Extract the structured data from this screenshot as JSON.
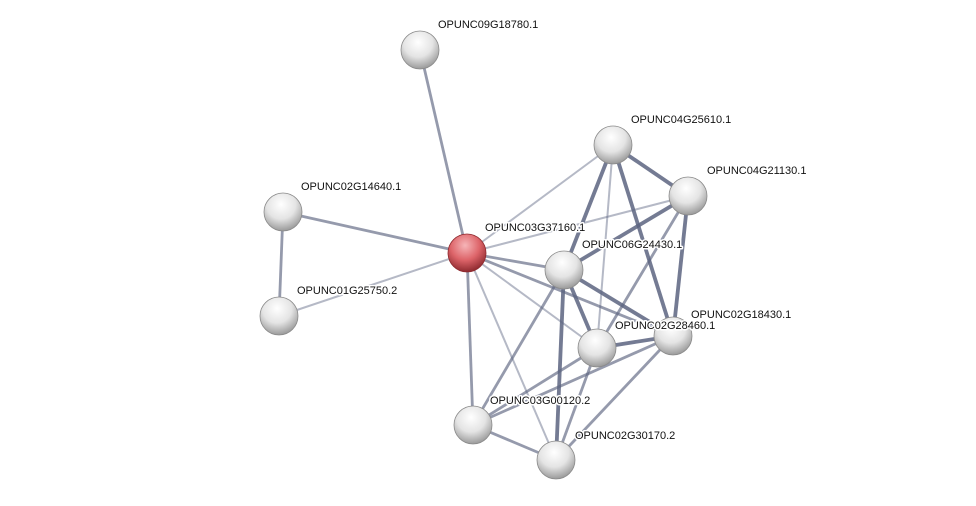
{
  "network": {
    "query_node": "OPUNC03G37160.1",
    "colors": {
      "query": "#d9545a",
      "node": "#e6e6e6",
      "edge": "#5c6480"
    },
    "nodes": [
      {
        "id": "OPUNC09G18780.1"
      },
      {
        "id": "OPUNC02G14640.1"
      },
      {
        "id": "OPUNC01G25750.2"
      },
      {
        "id": "OPUNC03G37160.1"
      },
      {
        "id": "OPUNC04G25610.1"
      },
      {
        "id": "OPUNC04G21130.1"
      },
      {
        "id": "OPUNC06G24430.1"
      },
      {
        "id": "OPUNC02G28460.1"
      },
      {
        "id": "OPUNC02G18430.1"
      },
      {
        "id": "OPUNC03G00120.2"
      },
      {
        "id": "OPUNC02G30170.2"
      }
    ],
    "edges": [
      {
        "a": "OPUNC09G18780.1",
        "b": "OPUNC03G37160.1",
        "strength": "medium"
      },
      {
        "a": "OPUNC02G14640.1",
        "b": "OPUNC03G37160.1",
        "strength": "medium"
      },
      {
        "a": "OPUNC02G14640.1",
        "b": "OPUNC01G25750.2",
        "strength": "medium"
      },
      {
        "a": "OPUNC01G25750.2",
        "b": "OPUNC03G37160.1",
        "strength": "weak"
      },
      {
        "a": "OPUNC03G37160.1",
        "b": "OPUNC04G25610.1",
        "strength": "weak"
      },
      {
        "a": "OPUNC03G37160.1",
        "b": "OPUNC04G21130.1",
        "strength": "weak"
      },
      {
        "a": "OPUNC03G37160.1",
        "b": "OPUNC06G24430.1",
        "strength": "medium"
      },
      {
        "a": "OPUNC03G37160.1",
        "b": "OPUNC02G28460.1",
        "strength": "weak"
      },
      {
        "a": "OPUNC03G37160.1",
        "b": "OPUNC02G18430.1",
        "strength": "medium"
      },
      {
        "a": "OPUNC03G37160.1",
        "b": "OPUNC03G00120.2",
        "strength": "medium"
      },
      {
        "a": "OPUNC03G37160.1",
        "b": "OPUNC02G30170.2",
        "strength": "weak"
      },
      {
        "a": "OPUNC04G25610.1",
        "b": "OPUNC04G21130.1",
        "strength": "strong"
      },
      {
        "a": "OPUNC04G25610.1",
        "b": "OPUNC06G24430.1",
        "strength": "strong"
      },
      {
        "a": "OPUNC04G25610.1",
        "b": "OPUNC02G28460.1",
        "strength": "weak"
      },
      {
        "a": "OPUNC04G25610.1",
        "b": "OPUNC02G18430.1",
        "strength": "strong"
      },
      {
        "a": "OPUNC04G21130.1",
        "b": "OPUNC06G24430.1",
        "strength": "strong"
      },
      {
        "a": "OPUNC04G21130.1",
        "b": "OPUNC02G28460.1",
        "strength": "medium"
      },
      {
        "a": "OPUNC04G21130.1",
        "b": "OPUNC02G18430.1",
        "strength": "strong"
      },
      {
        "a": "OPUNC06G24430.1",
        "b": "OPUNC02G28460.1",
        "strength": "strong"
      },
      {
        "a": "OPUNC06G24430.1",
        "b": "OPUNC02G18430.1",
        "strength": "strong"
      },
      {
        "a": "OPUNC06G24430.1",
        "b": "OPUNC03G00120.2",
        "strength": "medium"
      },
      {
        "a": "OPUNC06G24430.1",
        "b": "OPUNC02G30170.2",
        "strength": "strong"
      },
      {
        "a": "OPUNC02G28460.1",
        "b": "OPUNC02G18430.1",
        "strength": "strong"
      },
      {
        "a": "OPUNC02G28460.1",
        "b": "OPUNC03G00120.2",
        "strength": "medium"
      },
      {
        "a": "OPUNC02G28460.1",
        "b": "OPUNC02G30170.2",
        "strength": "medium"
      },
      {
        "a": "OPUNC02G18430.1",
        "b": "OPUNC03G00120.2",
        "strength": "medium"
      },
      {
        "a": "OPUNC02G18430.1",
        "b": "OPUNC02G30170.2",
        "strength": "medium"
      },
      {
        "a": "OPUNC03G00120.2",
        "b": "OPUNC02G30170.2",
        "strength": "medium"
      }
    ]
  }
}
